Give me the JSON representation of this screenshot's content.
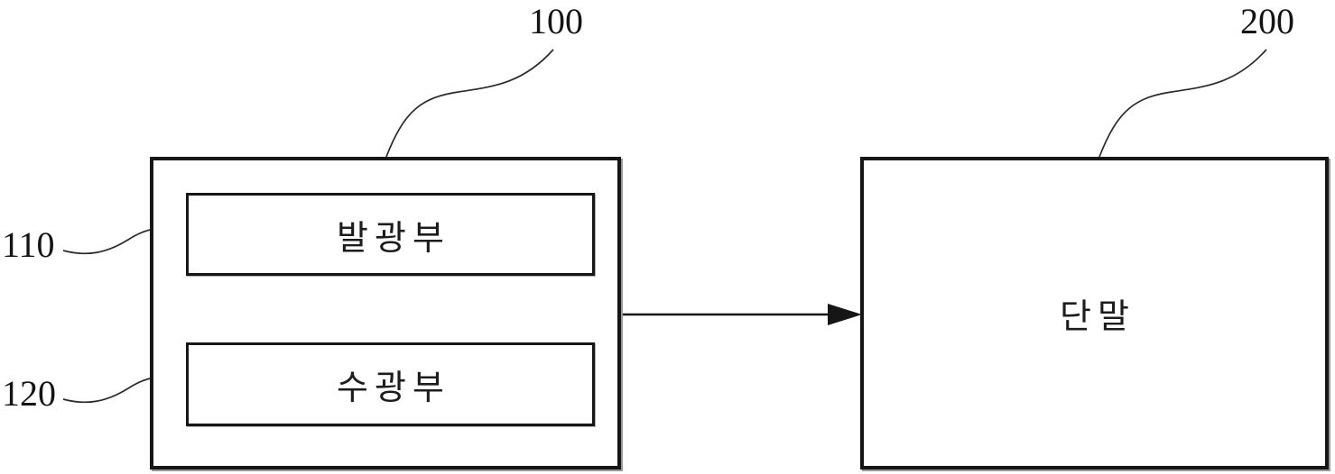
{
  "figure": {
    "type": "block-diagram",
    "device": {
      "ref": "100",
      "components": [
        {
          "ref": "110",
          "label": "발광부"
        },
        {
          "ref": "120",
          "label": "수광부"
        }
      ]
    },
    "terminal": {
      "ref": "200",
      "label": "단말"
    },
    "connection": {
      "from": "100",
      "to": "200",
      "style": "solid-arrow-right"
    }
  },
  "colors": {
    "line": "#161616",
    "background": "#ffffff"
  }
}
